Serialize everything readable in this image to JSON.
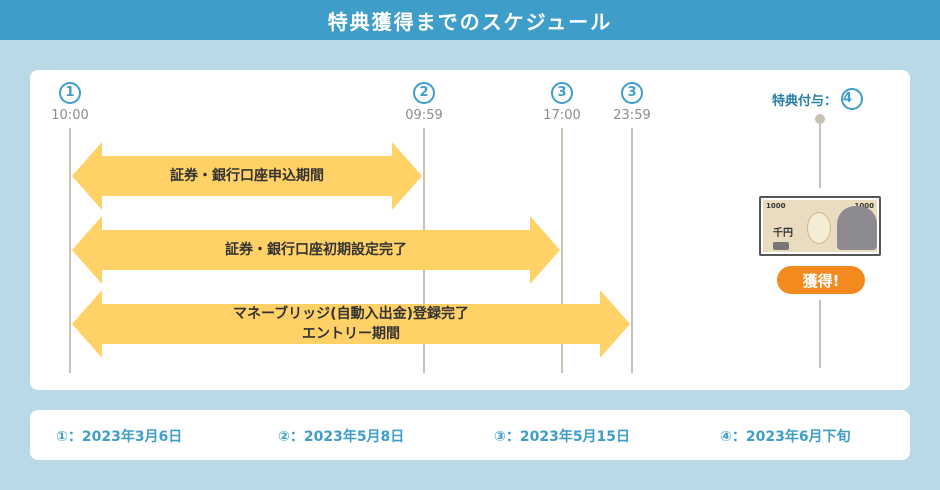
{
  "header": {
    "title": "特典獲得までのスケジュール"
  },
  "timeline": {
    "markers": [
      {
        "num": "1",
        "time": "10:00"
      },
      {
        "num": "2",
        "time": "09:59"
      },
      {
        "num": "3",
        "time": "17:00"
      },
      {
        "num": "3",
        "time": "23:59"
      }
    ],
    "award": {
      "label": "特典付与：",
      "num": "4"
    },
    "bars": [
      {
        "lines": [
          "証券・銀行口座申込期間"
        ]
      },
      {
        "lines": [
          "証券・銀行口座初期設定完了"
        ]
      },
      {
        "lines": [
          "マネーブリッジ(自動入出金)登録完了",
          "エントリー期間"
        ]
      }
    ],
    "banknote": {
      "denomination": "1000",
      "yen_label": "千円"
    },
    "badge": "獲得!",
    "colors": {
      "accent": "#3f9ec9",
      "arrow_fill": "#ffd166",
      "badge": "#f28a1e",
      "background": "#b9d9e6"
    }
  },
  "footer": {
    "items": [
      "①：2023年3月6日",
      "②：2023年5月8日",
      "③：2023年5月15日",
      "④：2023年6月下旬"
    ]
  }
}
